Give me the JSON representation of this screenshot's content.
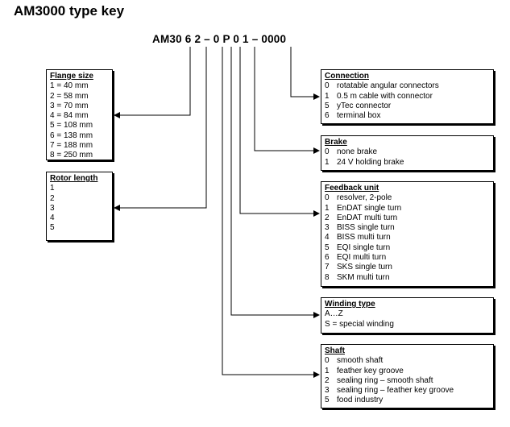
{
  "title": "AM3000 type key",
  "code": {
    "prefix": "AM30",
    "flange": "6",
    "rotor": "2",
    "dash1": "–",
    "shaft": "0",
    "winding": "P",
    "feedback": "0",
    "brake": "1",
    "dash2": "–",
    "connection": "0000"
  },
  "flange_size": {
    "heading": "Flange size",
    "items": [
      "1 = 40 mm",
      "2 = 58 mm",
      "3 = 70 mm",
      "4 = 84 mm",
      "5 = 108 mm",
      "6 = 138 mm",
      "7 = 188 mm",
      "8 = 250 mm"
    ]
  },
  "rotor_length": {
    "heading": "Rotor length",
    "items": [
      "1",
      "2",
      "3",
      "4",
      "5"
    ]
  },
  "connection": {
    "heading": "Connection",
    "items": [
      {
        "code": "0",
        "label": "rotatable angular connectors"
      },
      {
        "code": "1",
        "label": "0.5 m cable with connector"
      },
      {
        "code": "5",
        "label": "yTec connector"
      },
      {
        "code": "6",
        "label": "terminal box"
      }
    ]
  },
  "brake": {
    "heading": "Brake",
    "items": [
      {
        "code": "0",
        "label": "none brake"
      },
      {
        "code": "1",
        "label": "24 V holding brake"
      }
    ]
  },
  "feedback_unit": {
    "heading": "Feedback unit",
    "items": [
      {
        "code": "0",
        "label": "resolver, 2-pole"
      },
      {
        "code": "1",
        "label": "EnDAT single turn"
      },
      {
        "code": "2",
        "label": "EnDAT multi turn"
      },
      {
        "code": "3",
        "label": "BISS single turn"
      },
      {
        "code": "4",
        "label": "BISS multi turn"
      },
      {
        "code": "5",
        "label": "EQI single turn"
      },
      {
        "code": "6",
        "label": "EQI multi turn"
      },
      {
        "code": "7",
        "label": "SKS single turn"
      },
      {
        "code": "8",
        "label": "SKM multi turn"
      }
    ]
  },
  "winding_type": {
    "heading": "Winding type",
    "items": [
      "A…Z",
      "S = special winding"
    ]
  },
  "shaft": {
    "heading": "Shaft",
    "items": [
      {
        "code": "0",
        "label": "smooth shaft"
      },
      {
        "code": "1",
        "label": "feather key groove"
      },
      {
        "code": "2",
        "label": "sealing ring – smooth shaft"
      },
      {
        "code": "3",
        "label": "sealing ring – feather key groove"
      },
      {
        "code": "5",
        "label": "food industry"
      }
    ]
  }
}
